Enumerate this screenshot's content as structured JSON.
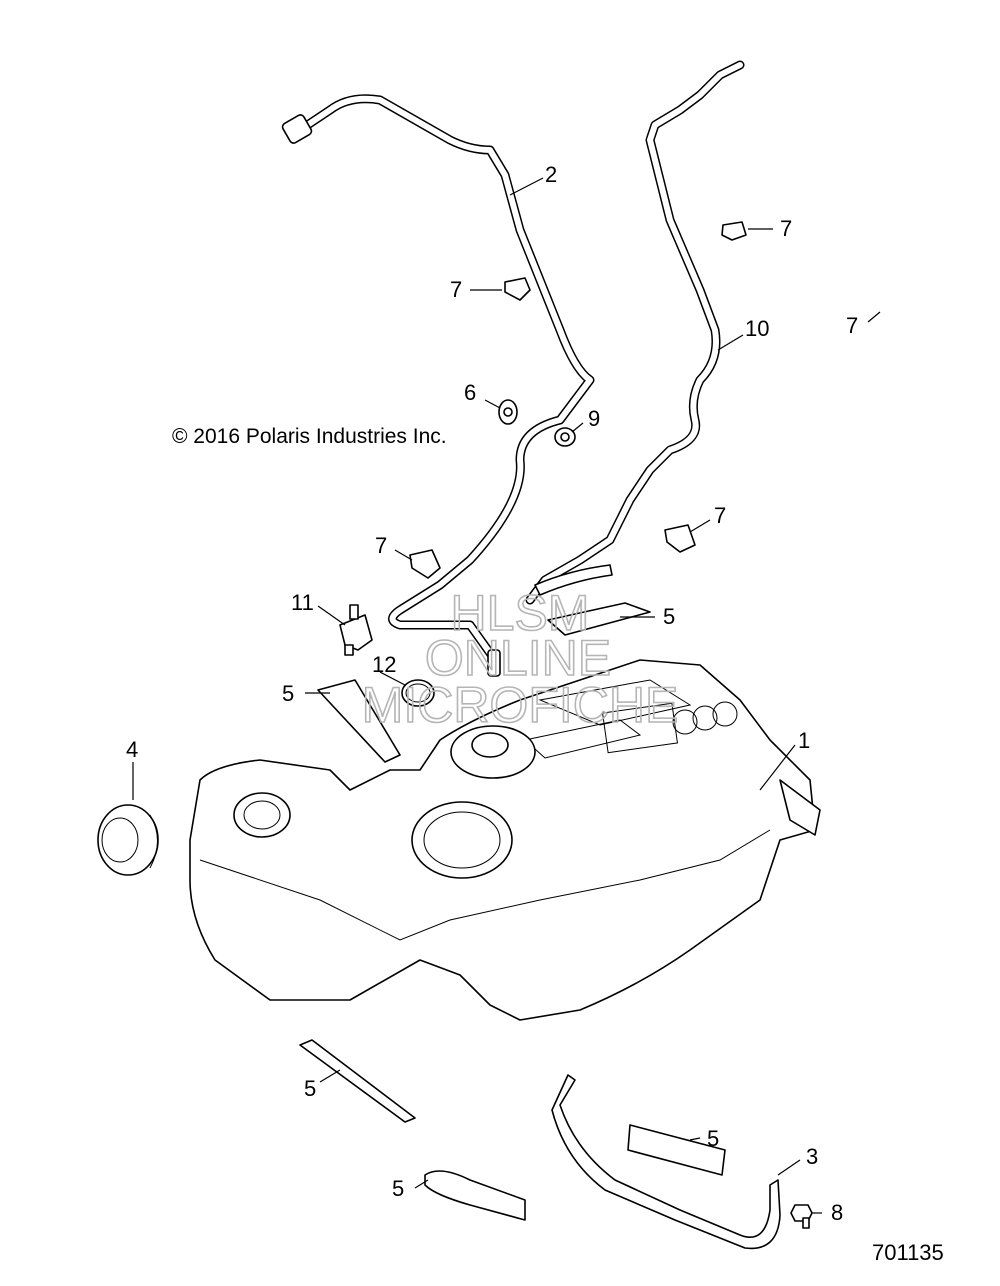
{
  "copyright": "© 2016 Polaris Industries Inc.",
  "figure_number": "701135",
  "watermark": [
    "HLSM",
    "ONLINE",
    "MICROFICHE"
  ],
  "callouts": [
    "1",
    "2",
    "3",
    "4",
    "5",
    "5",
    "5",
    "5",
    "5",
    "6",
    "7",
    "7",
    "7",
    "7",
    "7",
    "8",
    "9",
    "10",
    "11",
    "12"
  ]
}
